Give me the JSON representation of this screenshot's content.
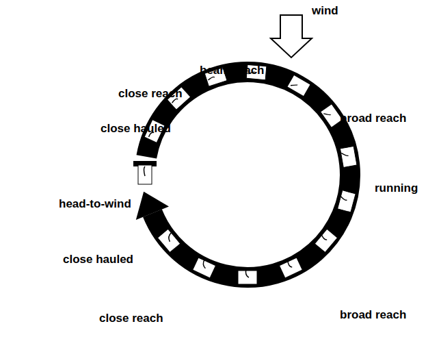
{
  "diagram": {
    "labels": [
      "wind",
      "beam reach",
      "close reach",
      "close hauled",
      "head-to-wind",
      "broad reach",
      "running",
      "close hauled",
      "close reach",
      "broad reach"
    ]
  }
}
